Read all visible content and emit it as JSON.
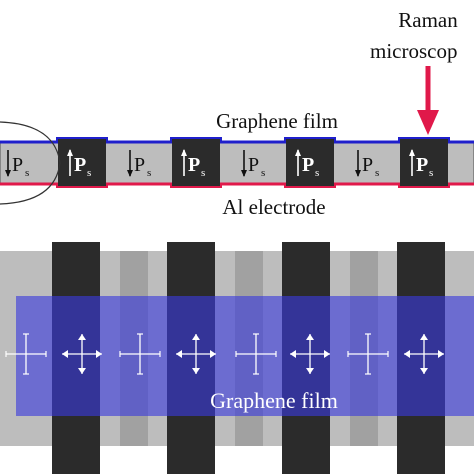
{
  "top_view": {
    "microscope_label_line1": "Raman",
    "microscope_label_line2": "microscop",
    "graphene_label": "Graphene film",
    "electrode_label": "Al electrode",
    "ps_main": "P",
    "ps_sub": "s",
    "domains": [
      {
        "polarization": "down"
      },
      {
        "polarization": "up"
      },
      {
        "polarization": "down"
      },
      {
        "polarization": "up"
      },
      {
        "polarization": "down"
      },
      {
        "polarization": "up"
      },
      {
        "polarization": "down"
      },
      {
        "polarization": "up"
      }
    ]
  },
  "bottom_view": {
    "graphene_label": "Graphene film",
    "cross_count": 8
  },
  "colors": {
    "graphene": "#1f1fcc",
    "electrode": "#e0194a",
    "arrow": "#e0194a",
    "domain_dark": "#2b2b2b",
    "domain_light": "#bdbdbd",
    "film_overlay": "#3a3adb"
  }
}
